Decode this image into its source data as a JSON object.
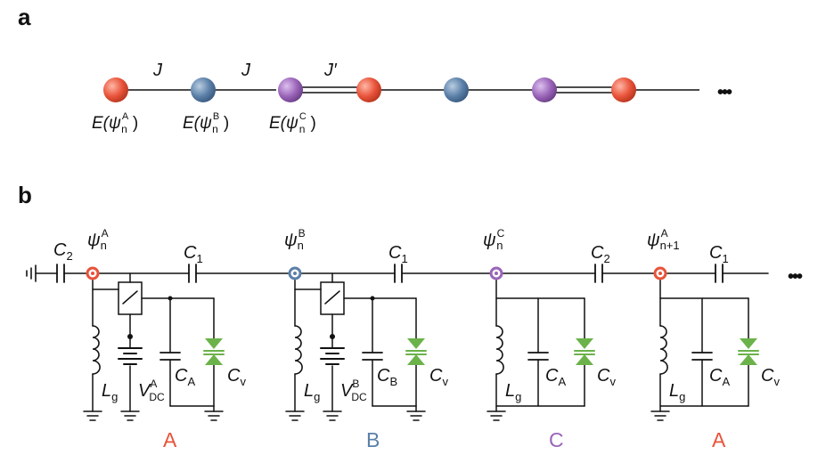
{
  "panels": {
    "a": "a",
    "b": "b"
  },
  "chain": {
    "couplings": [
      "J",
      "J",
      "J′"
    ],
    "energies": [
      {
        "prefix": "E(",
        "psi": "ψ",
        "sub": "n",
        "sup": "A",
        "suffix": ")"
      },
      {
        "prefix": "E(",
        "psi": "ψ",
        "sub": "n",
        "sup": "B",
        "suffix": ")"
      },
      {
        "prefix": "E(",
        "psi": "ψ",
        "sub": "n",
        "sup": "C",
        "suffix": ")"
      }
    ],
    "ellipsis": "•••",
    "colors": {
      "A": "#e8533a",
      "B": "#5b80a8",
      "C": "#9a64b8"
    }
  },
  "circuit": {
    "capacitors_top": [
      {
        "main": "C",
        "sub": "2"
      },
      {
        "main": "C",
        "sub": "1"
      },
      {
        "main": "C",
        "sub": "1"
      },
      {
        "main": "C",
        "sub": "2"
      },
      {
        "main": "C",
        "sub": "1"
      }
    ],
    "node_labels": [
      {
        "psi": "ψ",
        "sub": "n",
        "sup": "A"
      },
      {
        "psi": "ψ",
        "sub": "n",
        "sup": "B"
      },
      {
        "psi": "ψ",
        "sub": "n",
        "sup": "C"
      },
      {
        "psi": "ψ",
        "sub": "n+1",
        "sup": "A"
      }
    ],
    "cells": [
      {
        "inductor": {
          "main": "L",
          "sub": "g"
        },
        "vdc": {
          "main": "V",
          "sub": "DC",
          "sup": "A"
        },
        "cap": {
          "main": "C",
          "sub": "A"
        },
        "varactor": {
          "main": "C",
          "sub": "v"
        },
        "site": "A"
      },
      {
        "inductor": {
          "main": "L",
          "sub": "g"
        },
        "vdc": {
          "main": "V",
          "sub": "DC",
          "sup": "B"
        },
        "cap": {
          "main": "C",
          "sub": "B"
        },
        "varactor": {
          "main": "C",
          "sub": "v"
        },
        "site": "B"
      },
      {
        "inductor": {
          "main": "L",
          "sub": "g"
        },
        "cap": {
          "main": "C",
          "sub": "A"
        },
        "varactor": {
          "main": "C",
          "sub": "v"
        },
        "site": "C"
      },
      {
        "inductor": {
          "main": "L",
          "sub": "g"
        },
        "cap": {
          "main": "C",
          "sub": "A"
        },
        "varactor": {
          "main": "C",
          "sub": "v"
        },
        "site": "A"
      }
    ],
    "ellipsis": "•••",
    "varactor_color": "#6bb24a"
  }
}
